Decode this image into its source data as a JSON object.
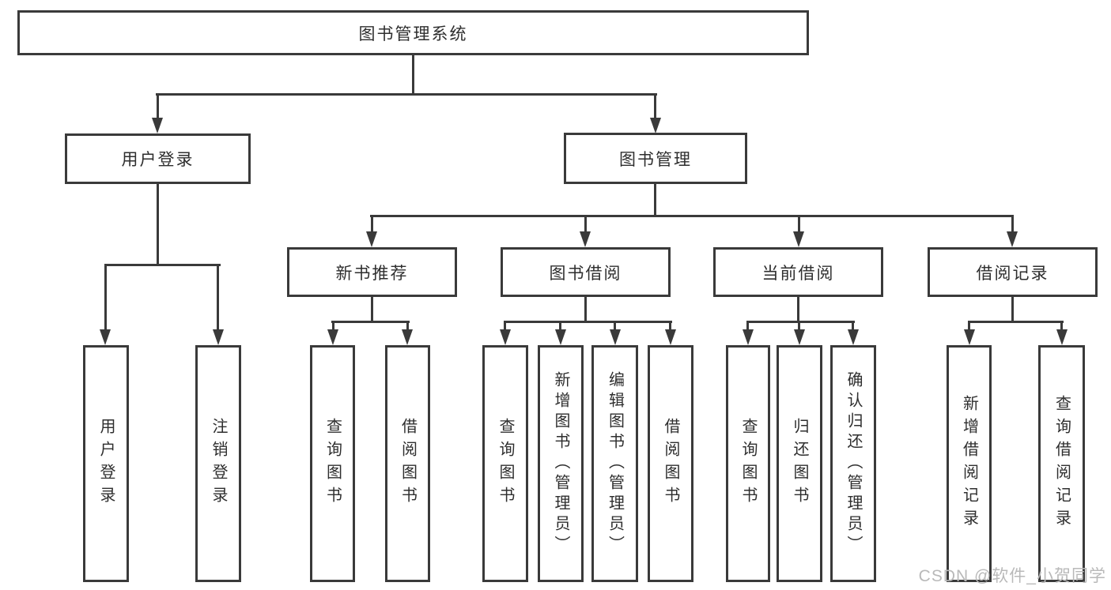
{
  "tree": {
    "root_label": "图书管理系统",
    "branches": [
      {
        "label": "用户登录",
        "leaves": [
          "用户登录",
          "注销登录"
        ]
      },
      {
        "label": "图书管理",
        "groups": [
          {
            "label": "新书推荐",
            "leaves": [
              "查询图书",
              "借阅图书"
            ]
          },
          {
            "label": "图书借阅",
            "leaves": [
              "查询图书",
              "新增图书（管理员）",
              "编辑图书（管理员）",
              "借阅图书"
            ]
          },
          {
            "label": "当前借阅",
            "leaves": [
              "查询图书",
              "归还图书",
              "确认归还（管理员）"
            ]
          },
          {
            "label": "借阅记录",
            "leaves": [
              "新增借阅记录",
              "查询借阅记录"
            ]
          }
        ]
      }
    ]
  },
  "watermark": "CSDN @软件_小贺同学",
  "colors": {
    "line": "#3a3a3a",
    "box_background": "#ffffff",
    "text": "#2e2e2e",
    "watermark": "#b9b9b9",
    "page_background": "#ffffff"
  }
}
